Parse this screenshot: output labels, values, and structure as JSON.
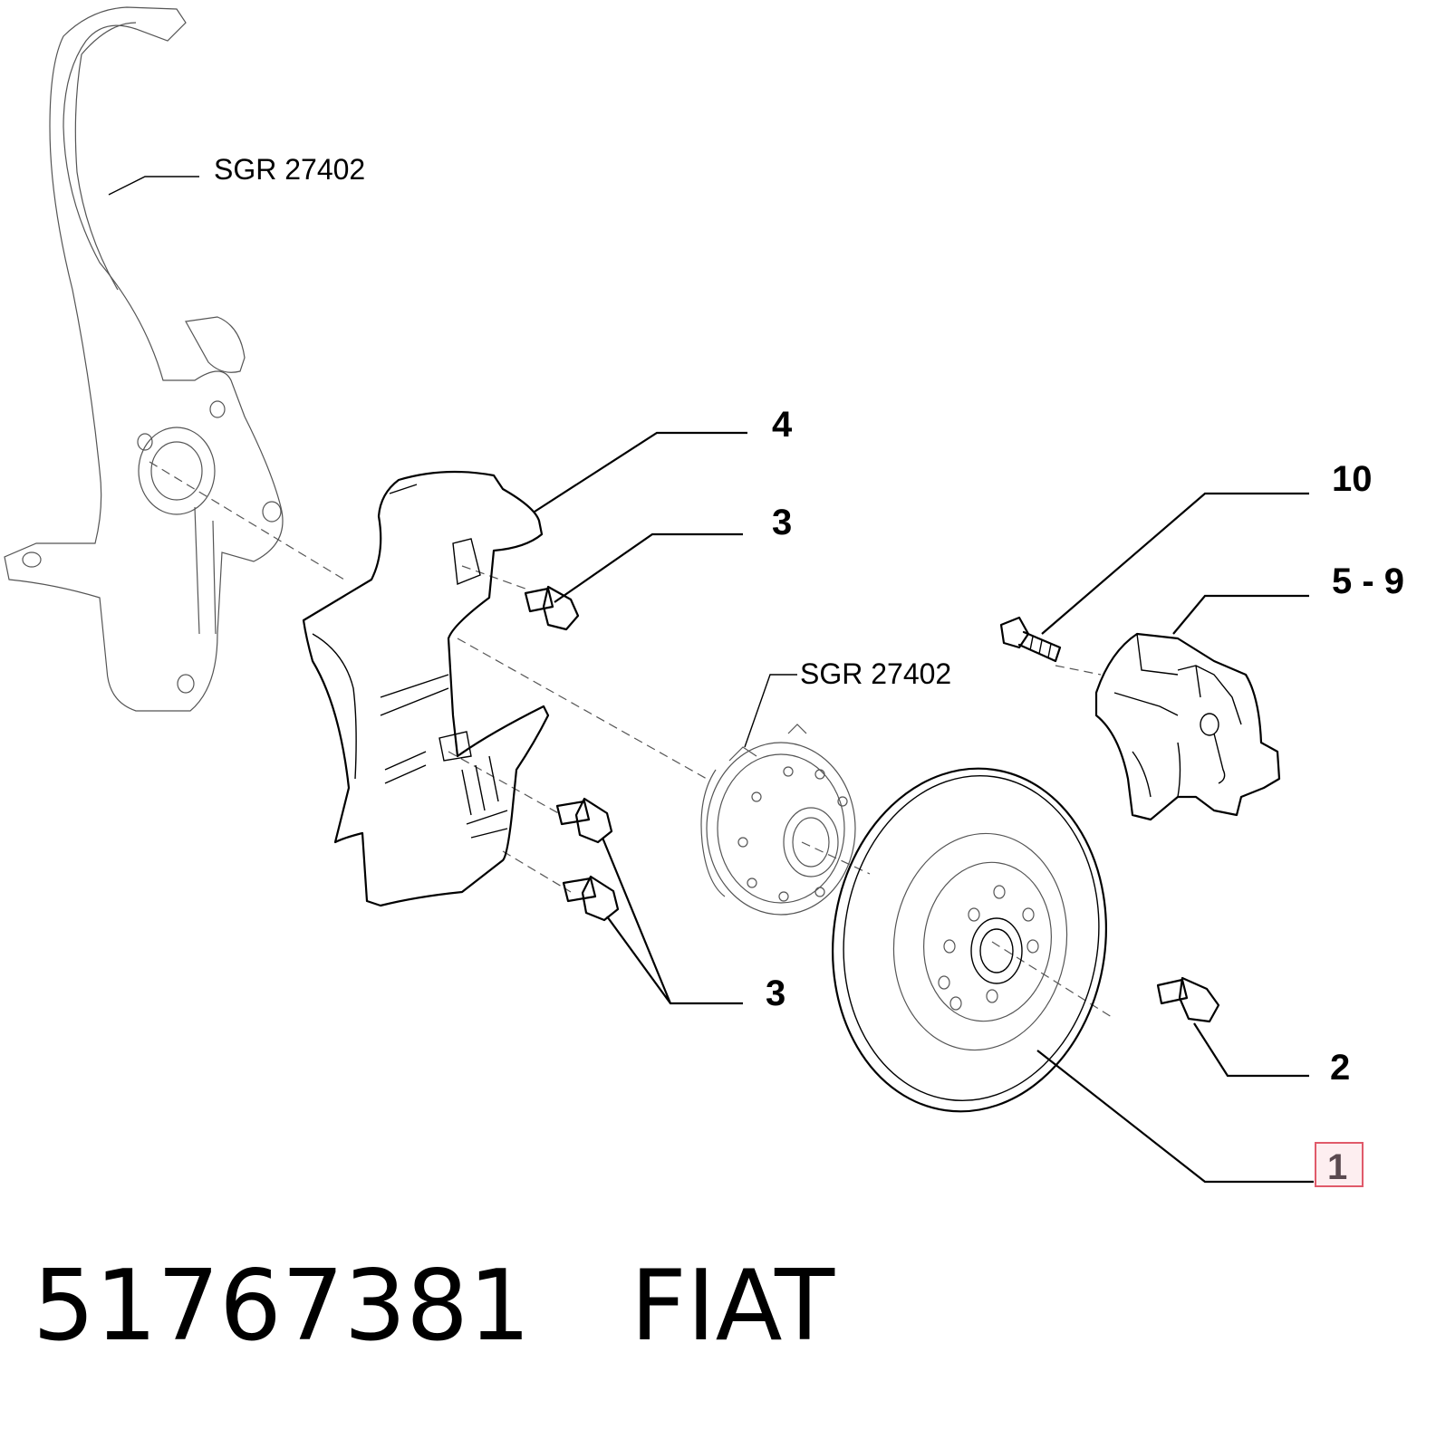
{
  "callouts": {
    "c4": "4",
    "c3_top": "3",
    "c3_bottom": "3",
    "c10": "10",
    "c5_9": "5 - 9",
    "c2": "2",
    "c1": "1"
  },
  "refs": {
    "knuckle": "SGR 27402",
    "hub": "SGR 27402"
  },
  "footer": {
    "part_number": "51767381",
    "brand": "FIAT"
  },
  "colors": {
    "highlight_border": "#e05a6a",
    "highlight_fill": "#fdeef0"
  }
}
